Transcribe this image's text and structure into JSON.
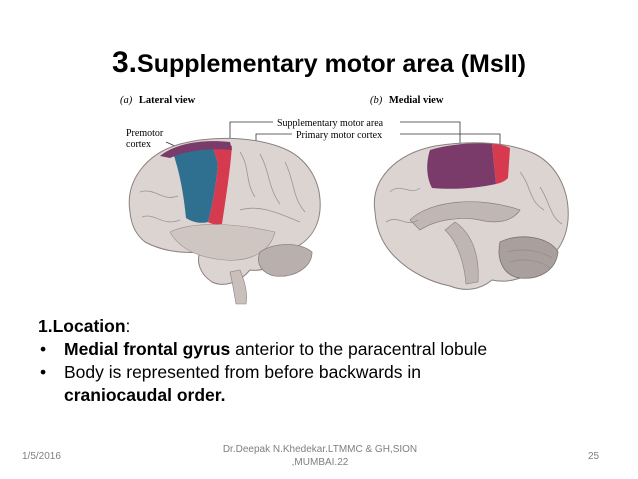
{
  "title": {
    "number": "3.",
    "text": "Supplementary motor area (MsII)"
  },
  "figure": {
    "panel_a": {
      "letter": "(a)",
      "label": "Lateral view"
    },
    "panel_b": {
      "letter": "(b)",
      "label": "Medial view"
    },
    "label_premotor_line1": "Premotor",
    "label_premotor_line2": "cortex",
    "label_sma": "Supplementary motor area",
    "label_primary": "Primary motor cortex",
    "colors": {
      "premotor": "#2f6f8f",
      "sma": "#7a3a6a",
      "primary": "#d63a4e",
      "brain": "#dcd4d0"
    }
  },
  "body": {
    "location_label": "1.Location",
    "location_colon": ":",
    "bullets": [
      {
        "bold": "Medial frontal gyrus",
        "rest": " anterior to the paracentral lobule"
      },
      {
        "line1": "Body is represented from before backwards in",
        "line2_bold": "craniocaudal order."
      }
    ],
    "bullet_symbol": "•"
  },
  "footer": {
    "date": "1/5/2016",
    "author_line1": "Dr.Deepak N.Khedekar.LTMMC & GH,SION",
    "author_line2": ",MUMBAI.22",
    "page": "25"
  }
}
